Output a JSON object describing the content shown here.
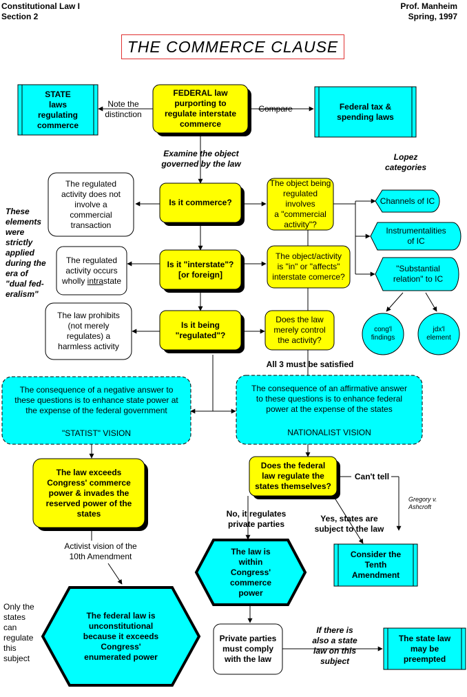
{
  "header": {
    "course_line1": "Constitutional Law I",
    "course_line2": "Section 2",
    "prof_line1": "Prof. Manheim",
    "prof_line2": "Spring, 1997"
  },
  "title": "THE  COMMERCE  CLAUSE",
  "nodes": {
    "state_laws": "STATE\nlaws\nregulating\ncommerce",
    "federal_law": "FEDERAL law\npurporting to\nregulate interstate\ncommerce",
    "federal_tax": "Federal tax &\nspending laws",
    "not_commercial": "The regulated\nactivity does not\ninvolve a\ncommercial\ntransaction",
    "is_commerce": "Is it commerce?",
    "commercial_activity": "The object being\nregulated involves\na \"commercial\nactivity\"?",
    "channels": "Channels of IC",
    "instrumentalities": "Instrumentalities\nof IC",
    "substantial": "\"Substantial\nrelation\" to IC",
    "congl_findings": "cong'l\nfindings",
    "jdxl_element": "jdx'l\nelement",
    "intrastate_pre": "The regulated\nactivity occurs\nwholly ",
    "intrastate_u": "intra",
    "intrastate_post": "state",
    "is_interstate": "Is it \"interstate\"?\n[or foreign]",
    "in_or_affects": "The object/activity\nis \"in\" or \"affects\"\ninterstate comerce?",
    "prohibits": "The law prohibits\n(not merely\nregulates) a\nharmless activity",
    "is_regulated": "Is it being\n\"regulated\"?",
    "merely_control": "Does the law\nmerely control\nthe activity?",
    "statist": "The consequence of a negative answer to\nthese questions is to enhance state power at\nthe expense of the federal government",
    "statist_label": "\"STATIST\" VISION",
    "nationalist": "The consequence of an affirmative answer\nto these questions is to enhance federal\npower at the expense of the states",
    "nationalist_label": "NATIONALIST VISION",
    "exceeds": "The law exceeds\nCongress' commerce\npower & invades the\nreserved power of the\nstates",
    "regulate_states": "Does the federal\nlaw regulate the\nstates themselves?",
    "within_power": "The law is\nwithin\nCongress'\ncommerce\npower",
    "tenth": "Consider the\nTenth\nAmendment",
    "unconstitutional": "The federal law is\nunconstitutional\nbecause it exceeds\nCongress'\nenumerated power",
    "private_comply": "Private parties\nmust comply\nwith the law",
    "preempted": "The state law\nmay be\npreempted"
  },
  "labels": {
    "note_distinction": "Note the\ndistinction",
    "compare": "Compare",
    "examine": "Examine the object\ngoverned by the law",
    "lopez": "Lopez\ncategories",
    "strictly_applied": "These\nelements\nwere\nstrictly\napplied\nduring the\nera of\n\"dual fed-\neralism\"",
    "all_three": "All 3 must be satisfied",
    "cant_tell": "Can't tell",
    "gregory": "Gregory v.\nAshcroft",
    "no_private": "No, it regulates\nprivate parties",
    "yes_states": "Yes, states are\nsubject to the law",
    "activist": "Activist  vision of the\n10th Amendment",
    "only_states": "Only the\nstates\ncan\nregulate\nthis\nsubject",
    "state_law_subject": "If there is\nalso a state\nlaw on this\nsubject"
  },
  "colors": {
    "yellow": "#ffff00",
    "cyan": "#00ffff",
    "white": "#ffffff",
    "shadow": "#000000",
    "title_border": "#e03030"
  }
}
